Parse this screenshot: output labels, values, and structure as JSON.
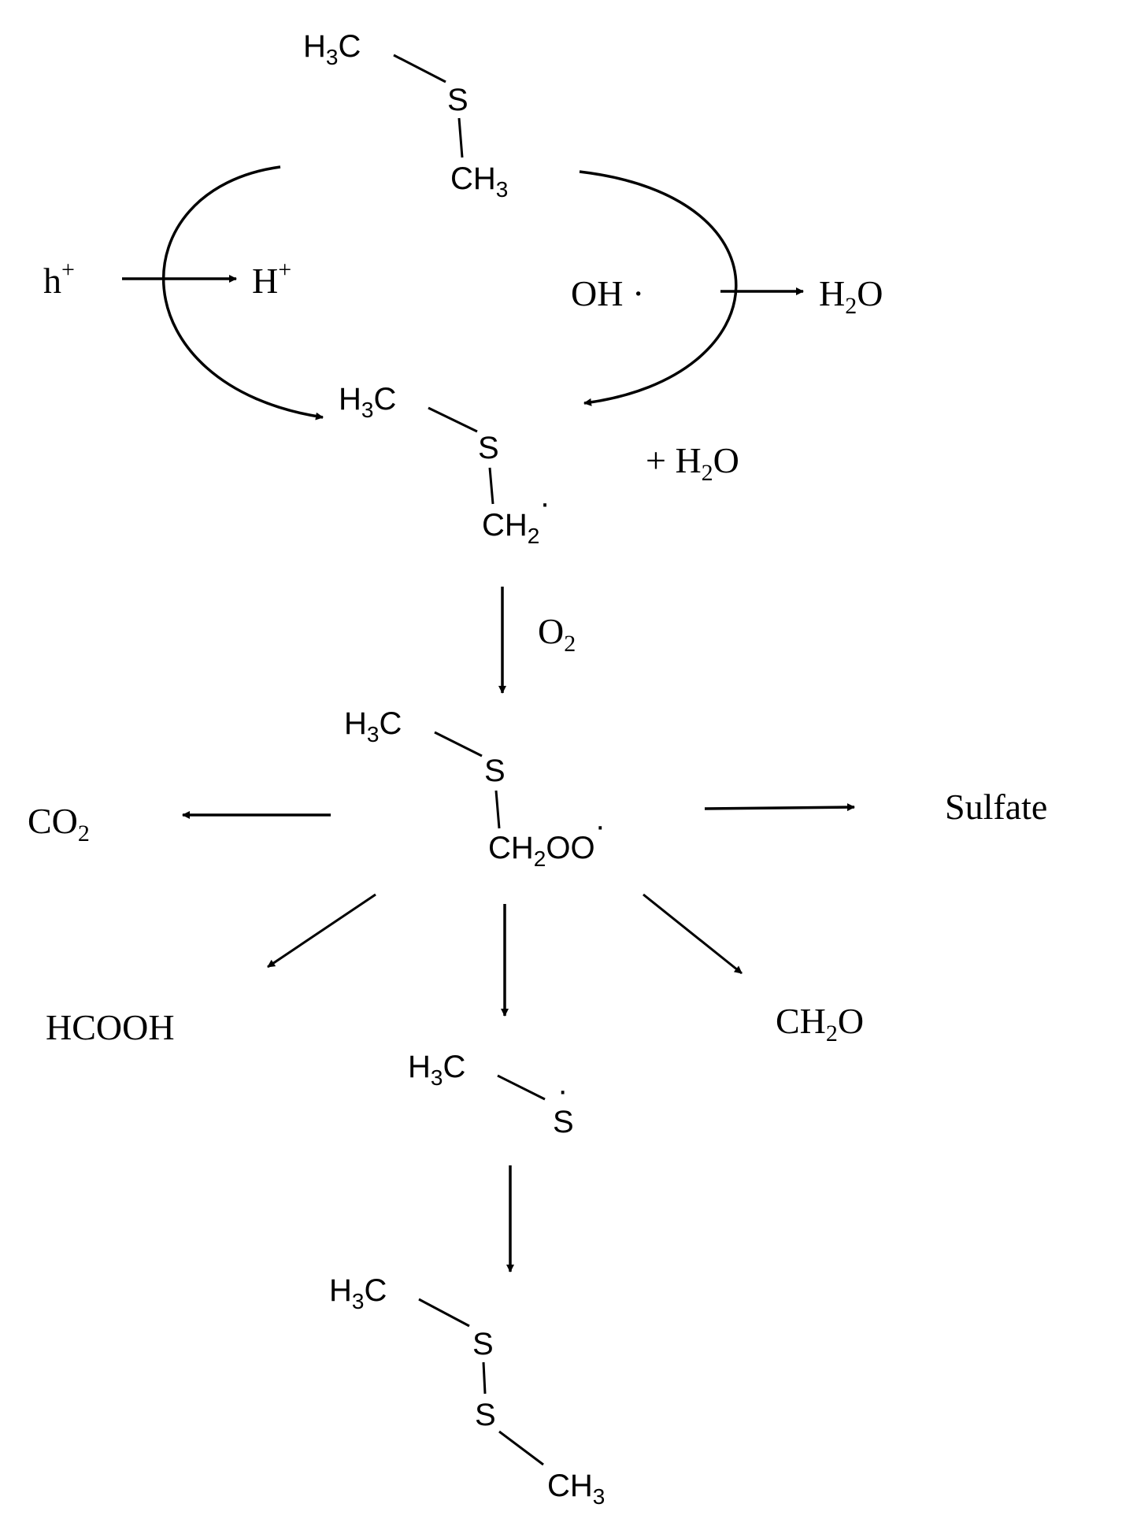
{
  "colors": {
    "ink": "#000000",
    "background": "#ffffff"
  },
  "dms": {
    "h3c": "H",
    "h3c_sub": "3",
    "h3c_c": "C",
    "s": "S",
    "ch3": "CH",
    "ch3_sub": "3"
  },
  "cycle": {
    "h_plus": "h",
    "h_plus_sup": "+",
    "H_plus": "H",
    "H_plus_sup": "+",
    "oh": "OH ·",
    "water": "H",
    "water_sub": "2",
    "water_o": "O"
  },
  "radical": {
    "h3c": "H",
    "h3c_sub": "3",
    "h3c_c": "C",
    "s": "S",
    "ch2": "CH",
    "ch2_sub": "2",
    "dot": "·",
    "plus_water": "+ H",
    "plus_water_sub": "2",
    "plus_water_o": "O"
  },
  "oxygen": {
    "label": "O",
    "sub": "2"
  },
  "peroxy": {
    "h3c": "H",
    "h3c_sub": "3",
    "h3c_c": "C",
    "s": "S",
    "ch2oo": "CH",
    "ch2oo_sub": "2",
    "ch2oo_tail": "OO",
    "dot": "·"
  },
  "products": {
    "co2": "CO",
    "co2_sub": "2",
    "sulfate": "Sulfate",
    "hcooh": "HCOOH",
    "ch2o": "CH",
    "ch2o_sub": "2",
    "ch2o_o": "O"
  },
  "thiyl": {
    "h3c": "H",
    "h3c_sub": "3",
    "h3c_c": "C",
    "s": "S",
    "dot": "·"
  },
  "dmds": {
    "h3c": "H",
    "h3c_sub": "3",
    "h3c_c": "C",
    "s1": "S",
    "s2": "S",
    "ch3": "CH",
    "ch3_sub": "3"
  }
}
